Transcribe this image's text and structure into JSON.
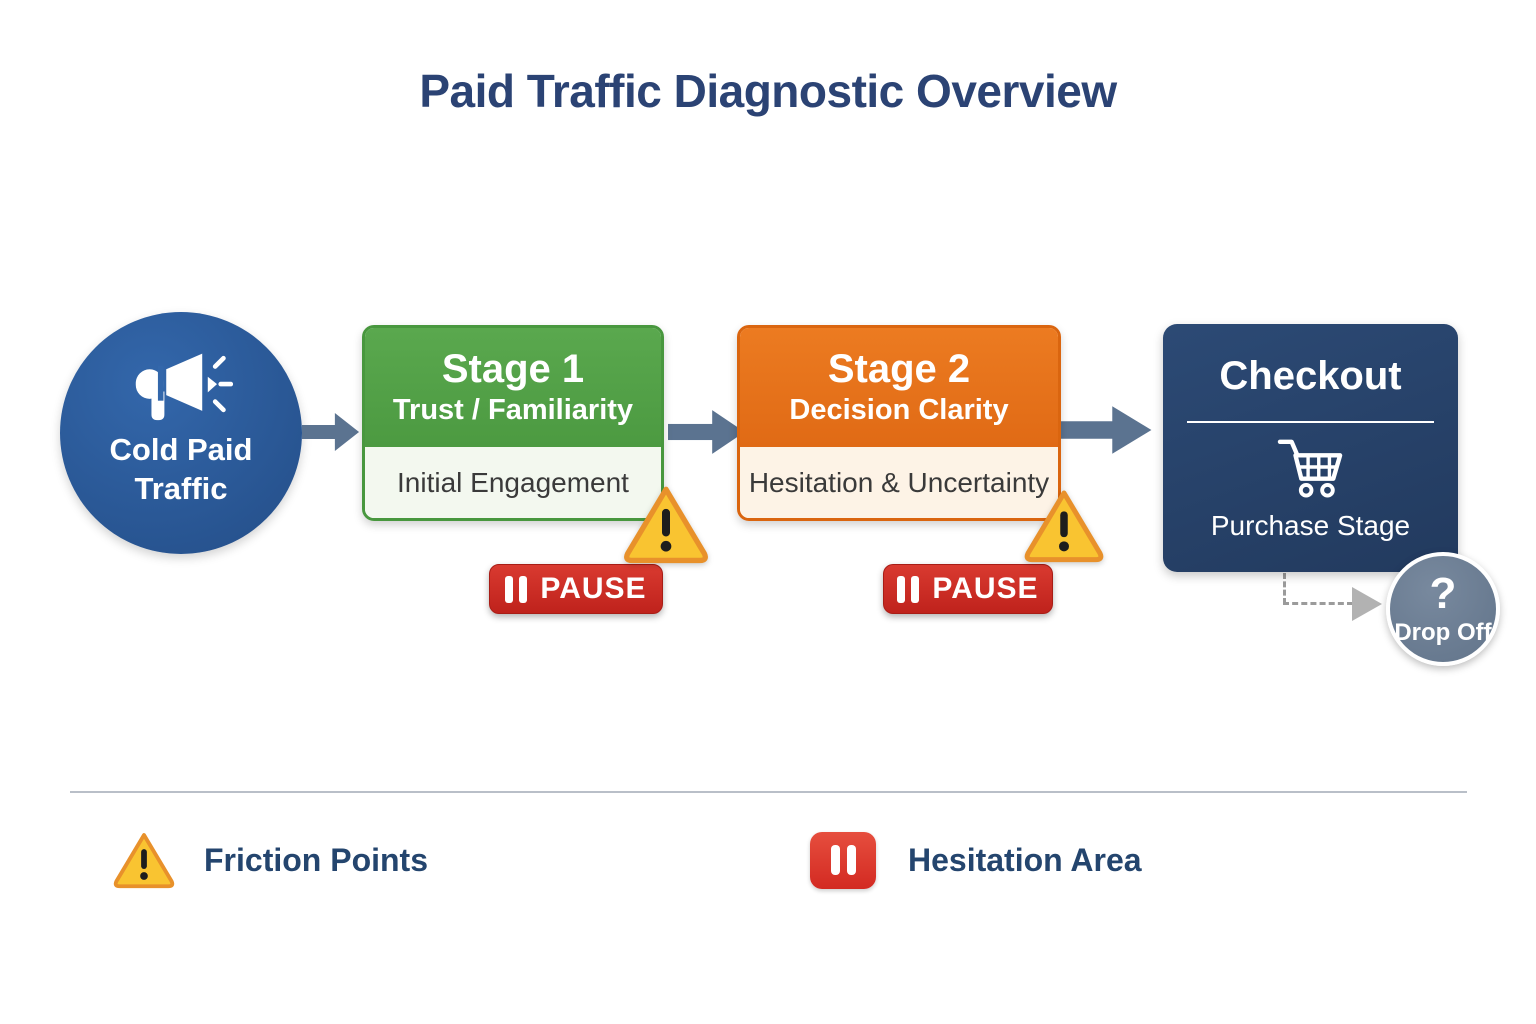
{
  "title": "Paid Traffic Diagnostic Overview",
  "source": {
    "label": "Cold Paid Traffic",
    "icon": "megaphone"
  },
  "stages": [
    {
      "title": "Stage 1",
      "subtitle": "Trust / Familiarity",
      "note": "Initial Engagement"
    },
    {
      "title": "Stage 2",
      "subtitle": "Decision Clarity",
      "note": "Hesitation & Uncertainty"
    }
  ],
  "checkout": {
    "title": "Checkout",
    "note": "Purchase Stage",
    "icon": "shopping-cart"
  },
  "pause": {
    "label": "PAUSE"
  },
  "drop_off": {
    "symbol": "?",
    "label": "Drop Off"
  },
  "legend": [
    {
      "icon": "warning-triangle",
      "label": "Friction Points"
    },
    {
      "icon": "pause-badge",
      "label": "Hesitation Area"
    }
  ],
  "colors": {
    "title_text": "#2b4374",
    "source_blue": "#3367ab",
    "source_blue_dark": "#27538f",
    "stage1_green": "#5aa84e",
    "stage1_green_dark": "#4c9a41",
    "stage1_border": "#48973e",
    "stage1_body": "#f3f8ef",
    "stage2_orange": "#ec7b21",
    "stage2_orange_dark": "#e06a15",
    "stage2_border": "#da650f",
    "stage2_body": "#fdf3e6",
    "checkout_navy": "#2c4a75",
    "checkout_navy_dark": "#223a5e",
    "pause_red": "#d93a30",
    "pause_red_dark": "#bf221c",
    "warning_yellow": "#f9c431",
    "warning_border": "#e8912b",
    "arrow_slate": "#5b7390",
    "dropoff_gray": "#66788e",
    "connector_gray": "#9b9b9b",
    "legend_text": "#24456e",
    "note_text": "#3a3a3a",
    "divider_gray": "#b9bfc8"
  }
}
